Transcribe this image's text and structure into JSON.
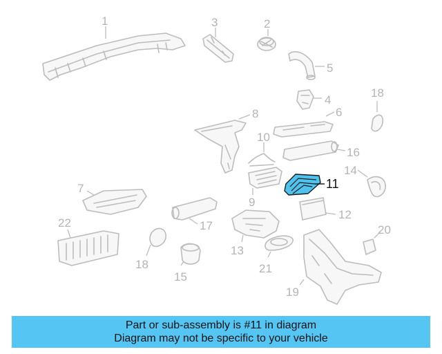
{
  "callouts": {
    "c1": "1",
    "c2": "2",
    "c3": "3",
    "c4": "4",
    "c5": "5",
    "c6": "6",
    "c7": "7",
    "c8": "8",
    "c9": "9",
    "c10": "10",
    "c11": "11",
    "c12": "12",
    "c13": "13",
    "c14": "14",
    "c15": "15",
    "c16": "16",
    "c17": "17",
    "c18a": "18",
    "c18b": "18",
    "c19": "19",
    "c20": "20",
    "c21": "21",
    "c22": "22"
  },
  "highlight": {
    "color": "#4fc3ee"
  },
  "banner": {
    "line1": "Part or sub-assembly is #11 in diagram",
    "line2": "Diagram may not be specific to your vehicle",
    "color": "#55c6f3"
  }
}
